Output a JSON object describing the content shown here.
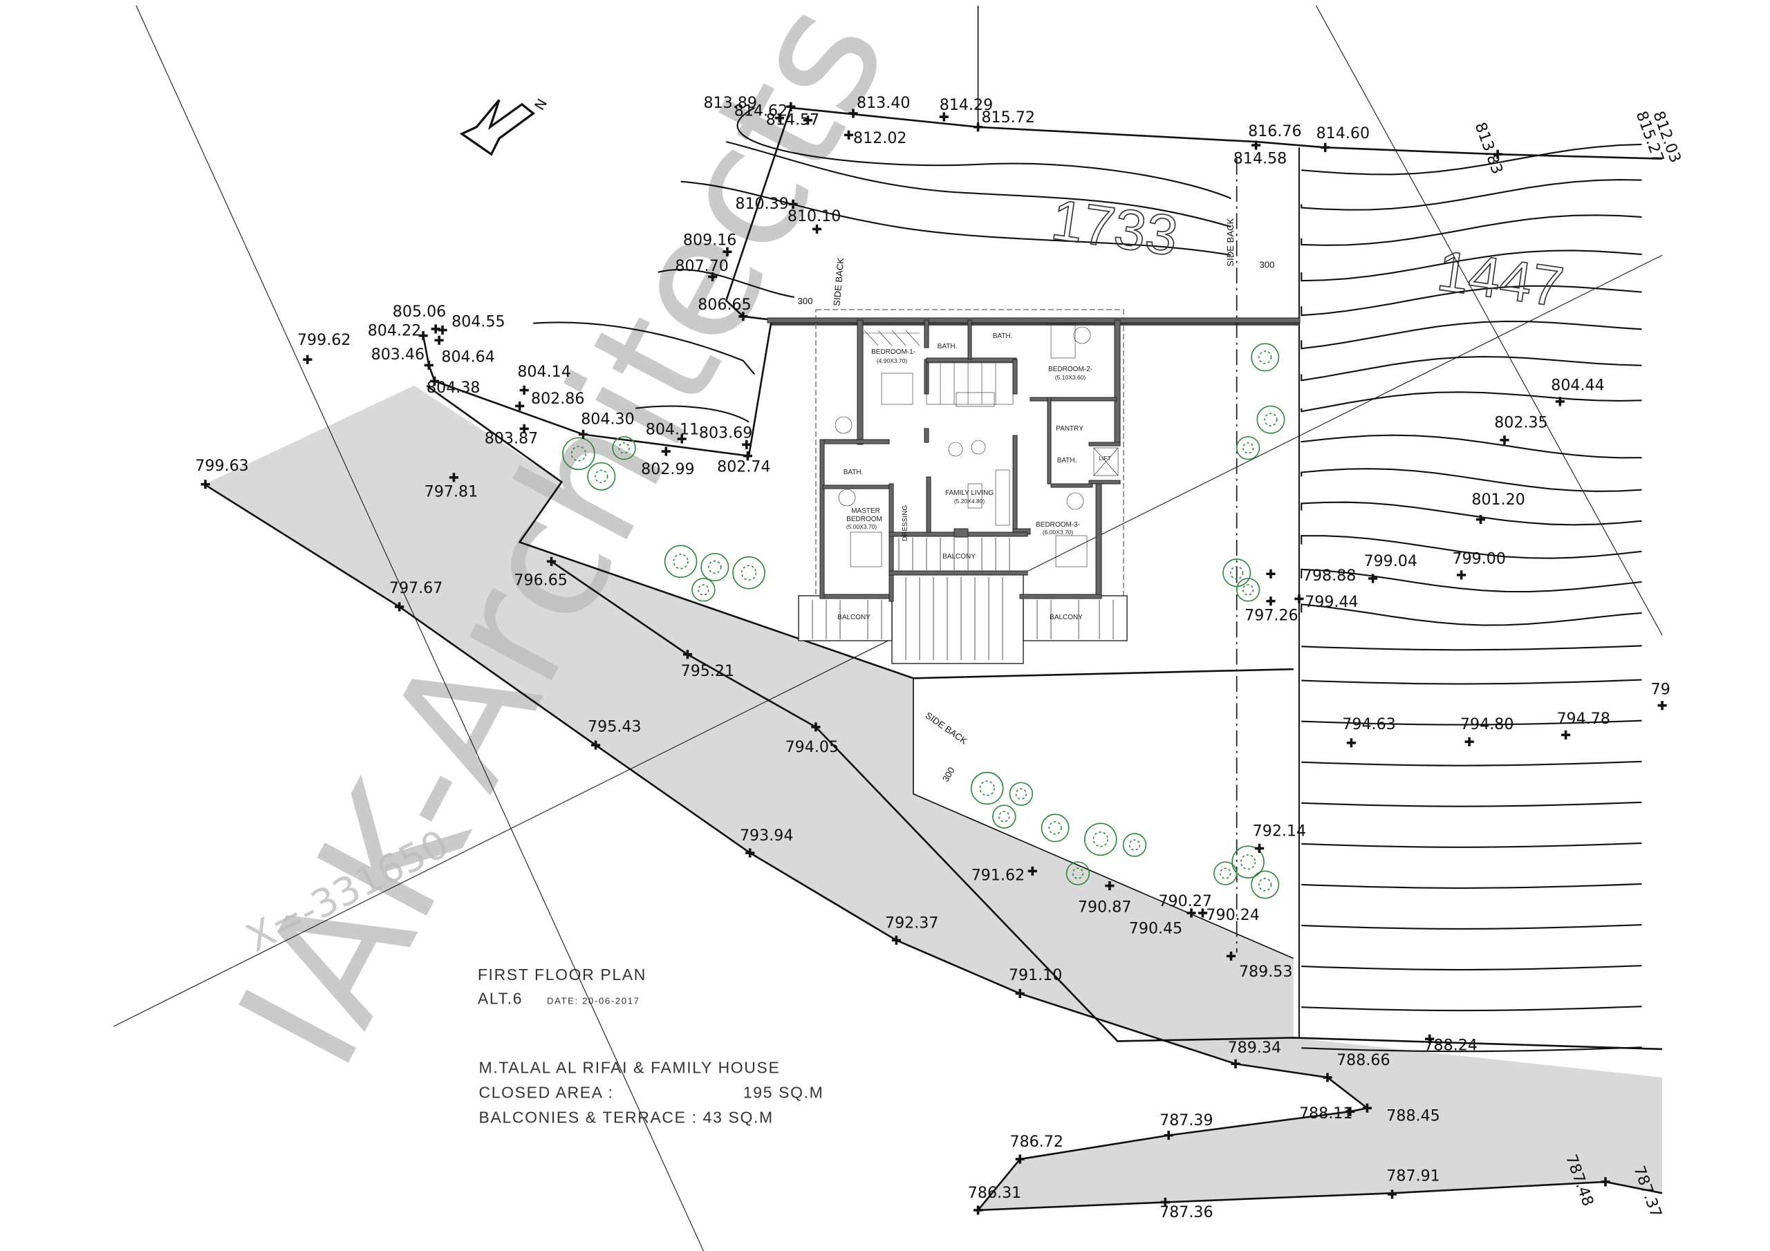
{
  "drawing": {
    "title": "FIRST FLOOR PLAN",
    "alt": "ALT.6",
    "date": "DATE: 20-06-2017",
    "project": "M.TALAL AL RIFAI & FAMILY HOUSE",
    "closed_area_label": "CLOSED AREA :",
    "closed_area_value": "195 SQ.M",
    "balconies_label": "BALCONIES & TERRACE : 43 SQ.M",
    "watermark": "IAK-Architects",
    "coordinate": "X=-331650",
    "parcel_a": "1733",
    "parcel_b": "1447",
    "north": "N",
    "side_back": "SIDE BACK",
    "setback": "300"
  },
  "rooms": {
    "bedroom1": "BEDROOM-1-",
    "bedroom1_size": "(4.90X3.70)",
    "bath": "BATH.",
    "bedroom2": "BEDROOM-2-",
    "bedroom2_size": "(5.10X3.60)",
    "pantry": "PANTRY",
    "lift": "LIFT",
    "master1": "MASTER",
    "master2": "BEDROOM",
    "master_size": "(5.00X3.70)",
    "dressing": "DRESSING",
    "family": "FAMILY LIVING",
    "family_size": "(5.20X4.80)",
    "bedroom3": "BEDROOM-3-",
    "bedroom3_size": "(6.00X3.70)",
    "balcony": "BALCONY"
  },
  "spot_levels": [
    "814.62",
    "813.89",
    "814.57",
    "813.40",
    "814.29",
    "815.72",
    "812.02",
    "816.76",
    "814.58",
    "814.60",
    "810.39",
    "810.10",
    "809.16",
    "807.70",
    "806.65",
    "805.06",
    "804.55",
    "804.22",
    "803.46",
    "804.64",
    "804.38",
    "804.14",
    "802.86",
    "804.30",
    "804.11",
    "803.69",
    "803.87",
    "802.99",
    "802.74",
    "799.62",
    "799.63",
    "797.81",
    "797.67",
    "796.65",
    "795.21",
    "795.43",
    "794.05",
    "793.94",
    "792.37",
    "791.62",
    "791.10",
    "790.87",
    "790.27",
    "790.24",
    "790.45",
    "789.53",
    "792.14",
    "789.34",
    "788.66",
    "788.24",
    "788.11",
    "788.45",
    "787.39",
    "786.72",
    "786.31",
    "787.36",
    "787.91",
    "804.44",
    "802.35",
    "801.20",
    "799.04",
    "799.00",
    "798.88",
    "799.44",
    "797.26",
    "794.63",
    "794.80",
    "794.78",
    "79"
  ],
  "rotated_levels": [
    "813.83",
    "815.27",
    "812.03",
    "787.48",
    "787.37"
  ]
}
